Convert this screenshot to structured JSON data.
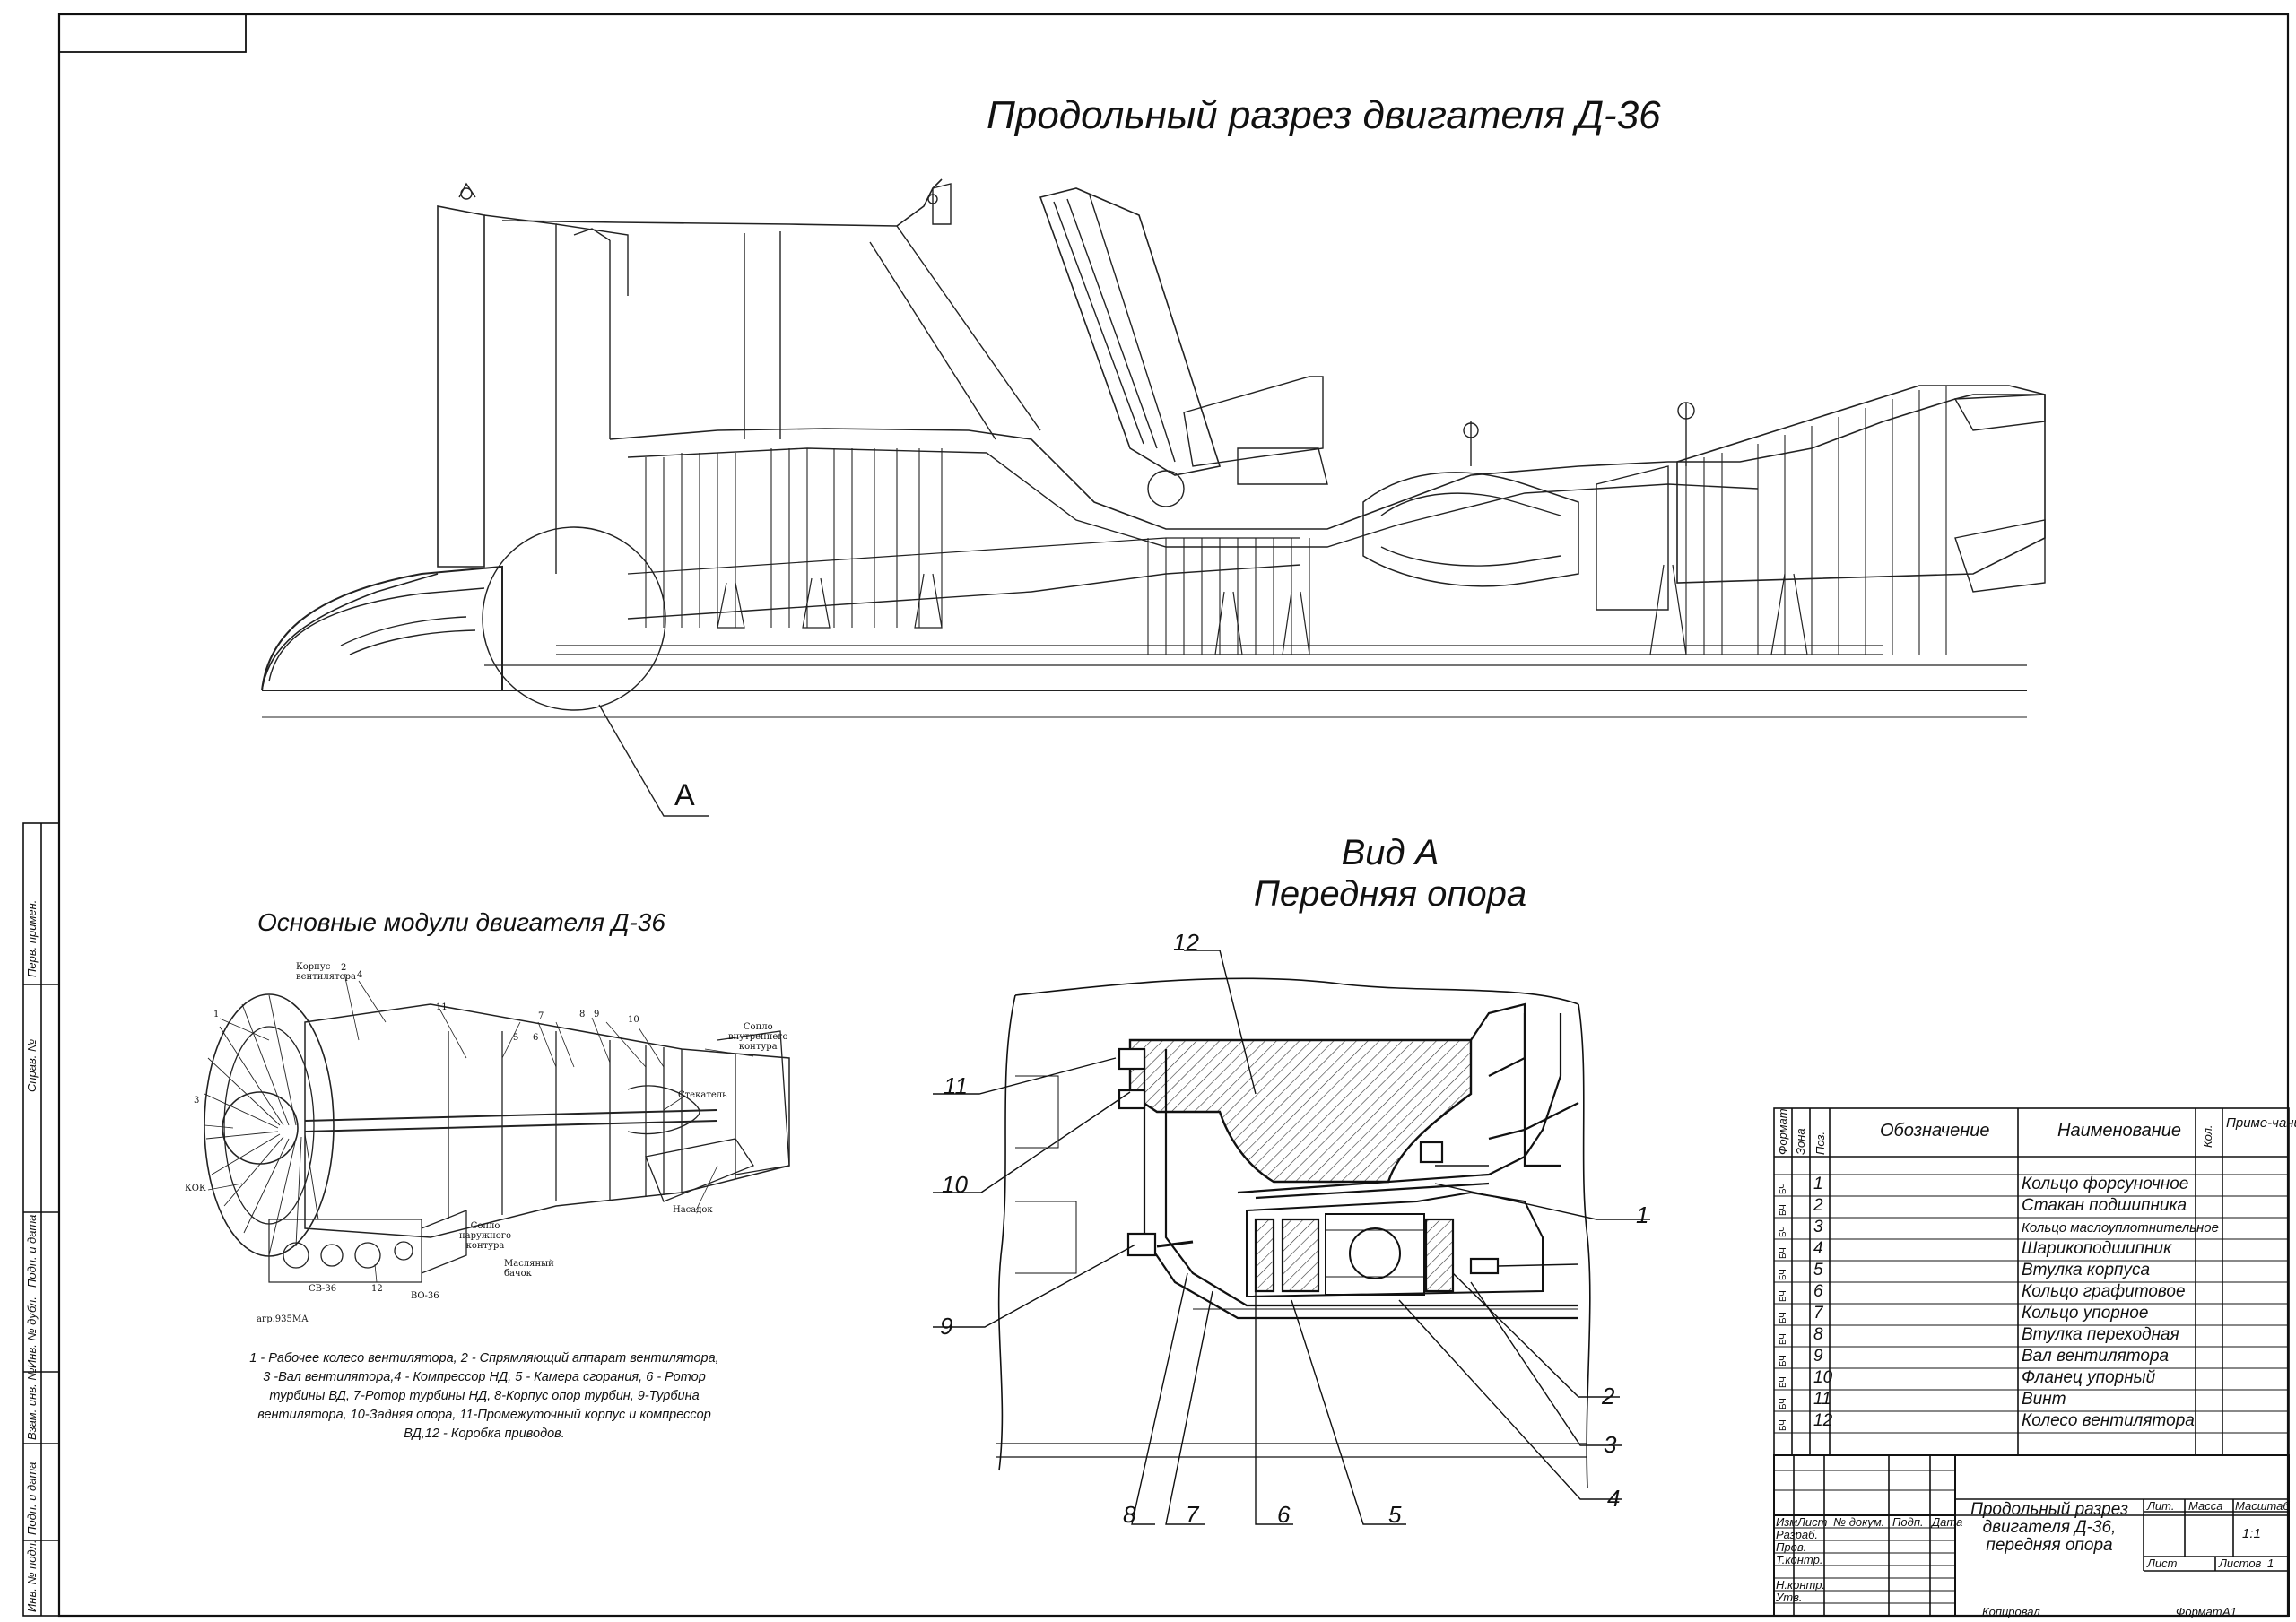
{
  "titles": {
    "main": "Продольный разрез двигателя Д-36",
    "modules": "Основные модули двигателя Д-36",
    "view_line1": "Вид А",
    "view_line2": "Передняя опора",
    "view_letter": "А"
  },
  "modules_caption": [
    "1 - Рабочее колесо вентилятора, 2 - Спрямляющий аппарат вентилятора,",
    "3 -Вал вентилятора,4 - Компрессор НД, 5 - Камера сгорания, 6 - Ротор",
    "турбины ВД, 7-Ротор турбины НД, 8-Корпус опор турбин, 9-Турбина",
    "вентилятора, 10-Задняя опора, 11-Промежуточный корпус и компрессор",
    "ВД,12 - Коробка приводов."
  ],
  "illustration_labels": {
    "fan_case": [
      "Корпус",
      "вентилятора"
    ],
    "inner_nozzle": [
      "Сопло",
      "внутреннего",
      "контура"
    ],
    "tail_cone": "Стекатель",
    "nose": "КОК",
    "nozzle_ext": "Насадок",
    "outer_nozzle": [
      "Сопло",
      "наружного",
      "контура"
    ],
    "oil_tank": [
      "Масляный",
      "бачок"
    ],
    "unit": "агр.935МА",
    "sv": "СВ-36",
    "vo": "ВО-36",
    "nums": [
      "1",
      "2",
      "3",
      "4",
      "5",
      "6",
      "7",
      "8",
      "9",
      "10",
      "11",
      "12"
    ]
  },
  "callouts": [
    "1",
    "2",
    "3",
    "4",
    "5",
    "6",
    "7",
    "8",
    "9",
    "10",
    "11",
    "12"
  ],
  "side_stamps": [
    "Перв. примен.",
    "Справ. №",
    "Подп. и дата",
    "Инв. № дубл.",
    "Взам. инв. №",
    "Подп. и дата",
    "Инв. № подл."
  ],
  "bom": {
    "headers": {
      "format": "Формат",
      "zone": "Зона",
      "pos": "Поз.",
      "designation": "Обозначение",
      "name": "Наименование",
      "qty": "Кол.",
      "note": "Приме-чание"
    },
    "rows": [
      {
        "format": "БЧ",
        "pos": "1",
        "name": "Кольцо форсуночное"
      },
      {
        "format": "БЧ",
        "pos": "2",
        "name": "Стакан подшипника"
      },
      {
        "format": "БЧ",
        "pos": "3",
        "name": "Кольцо маслоуплотнительное"
      },
      {
        "format": "БЧ",
        "pos": "4",
        "name": "Шарикоподшипник"
      },
      {
        "format": "БЧ",
        "pos": "5",
        "name": "Втулка корпуса"
      },
      {
        "format": "БЧ",
        "pos": "6",
        "name": "Кольцо графитовое"
      },
      {
        "format": "БЧ",
        "pos": "7",
        "name": "Кольцо упорное"
      },
      {
        "format": "БЧ",
        "pos": "8",
        "name": "Втулка переходная"
      },
      {
        "format": "БЧ",
        "pos": "9",
        "name": "Вал вентилятора"
      },
      {
        "format": "БЧ",
        "pos": "10",
        "name": "Фланец упорный"
      },
      {
        "format": "БЧ",
        "pos": "11",
        "name": "Винт"
      },
      {
        "format": "БЧ",
        "pos": "12",
        "name": "Колесо вентилятора"
      }
    ]
  },
  "title_block": {
    "rev_headers": {
      "izm": "Изм",
      "list": "Лист",
      "doc": "№ докум.",
      "sign": "Подп.",
      "date": "Дата"
    },
    "roles": [
      "Разраб.",
      "Пров.",
      "Т.контр.",
      "",
      "Н.контр.",
      "Утв."
    ],
    "drawing_title": [
      "Продольный разрез",
      "двигателя Д-36,",
      "передняя опора"
    ],
    "lit": "Лит.",
    "mass": "Масса",
    "scale_label": "Масштаб",
    "scale": "1:1",
    "sheet": "Лист",
    "sheets": "Листов",
    "sheets_count": "1",
    "copied": "Копировал",
    "format": "Формат",
    "format_value": "А1"
  }
}
